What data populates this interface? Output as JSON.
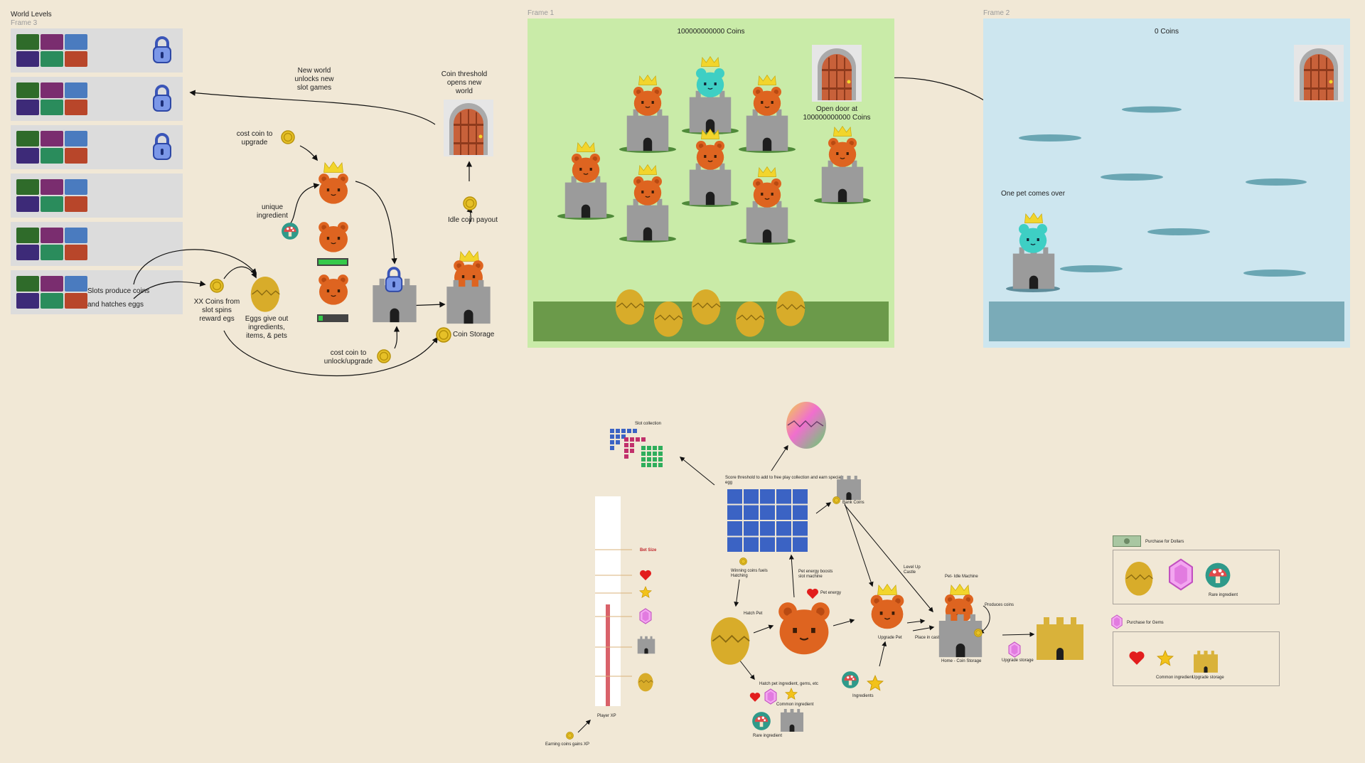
{
  "world_levels": {
    "title": "World Levels",
    "frame_label": "Frame 3",
    "rows": [
      {
        "locked": true
      },
      {
        "locked": true
      },
      {
        "locked": true
      },
      {
        "locked": false
      },
      {
        "locked": false
      },
      {
        "locked": false,
        "note_line1": "Slots produce coins",
        "note_line2": "and hatches eggs"
      }
    ],
    "thumb_colors": [
      "#2f6b2a",
      "#7a2d6f",
      "#4a7bbf",
      "#3d2a78",
      "#2a8c5c",
      "#b8462a"
    ]
  },
  "flow": {
    "new_world": [
      "New world",
      "unlocks new",
      "slot games"
    ],
    "coin_threshold": [
      "Coin threshold",
      "opens new",
      "world"
    ],
    "cost_upgrade": [
      "cost coin to",
      "upgrade"
    ],
    "unique_ingredient": [
      "unique",
      "ingredient"
    ],
    "idle_payout": "Idle coin payout",
    "xx_coins": [
      "XX Coins from",
      "slot spins",
      "reward egs"
    ],
    "eggs_give": [
      "Eggs give out",
      "ingredients,",
      "items, & pets"
    ],
    "cost_unlock": [
      "cost coin to",
      "unlock/upgrade"
    ],
    "coin_storage": "Coin Storage"
  },
  "frame1": {
    "label": "Frame 1",
    "coins": "100000000000 Coins",
    "door_note": [
      "Open door at",
      "100000000000 Coins"
    ],
    "bg": "#c9eba8",
    "ground": "#6b9a4a"
  },
  "frame2": {
    "label": "Frame 2",
    "coins": "0 Coins",
    "pet_note": "One pet comes over",
    "bg": "#cde6ef",
    "water": "#7aabb8"
  },
  "loop": {
    "slot_collection": "Slot collection",
    "score_threshold": "Score threshold to add to free play collection and earn special egg",
    "bank_coins": "Bank Coins",
    "bet_size": "Bet Size",
    "winning_coins": [
      "Winning coins fuels",
      "Hatching"
    ],
    "pet_energy_boosts": [
      "Pet energy boosts",
      "slot machine"
    ],
    "pet_energy": "Pet energy",
    "hatch_pet": "Hatch Pet",
    "level_up": [
      "Level Up",
      "Castle"
    ],
    "pet_idle": "Pet- Idle Machine",
    "produces_coins": "Produces coins",
    "upgrade_pet": "Upgrade Pet",
    "place_in_castle": "Place in castle",
    "home_storage": "Home - Coin Storage",
    "upgrade_storage": "Upgrade storage",
    "hatch_ingredients": "Hatch pet ingredient, gems, etc",
    "common_ingredient": "Common ingredient",
    "rare_ingredient": "Rare ingredient",
    "ingredients": "Ingredients",
    "player_xp": "Player XP",
    "earning_xp": "Earning coins gains XP"
  },
  "shop": {
    "purchase_dollars": "Purchase for Dollars",
    "rare_ingredient": "Rare ingredient",
    "purchase_gems": "Purchase for Gems",
    "common_ingredient": "Common ingredient",
    "upgrade_storage": "Upgrade storage"
  },
  "colors": {
    "bear": "#de6420",
    "crown": "#f2d52c",
    "teal": "#3ecfc4",
    "castle": "#9b9b9b",
    "egg": "#d8ac2a",
    "gold": "#d9b23a",
    "blue": "#3b63c4"
  }
}
